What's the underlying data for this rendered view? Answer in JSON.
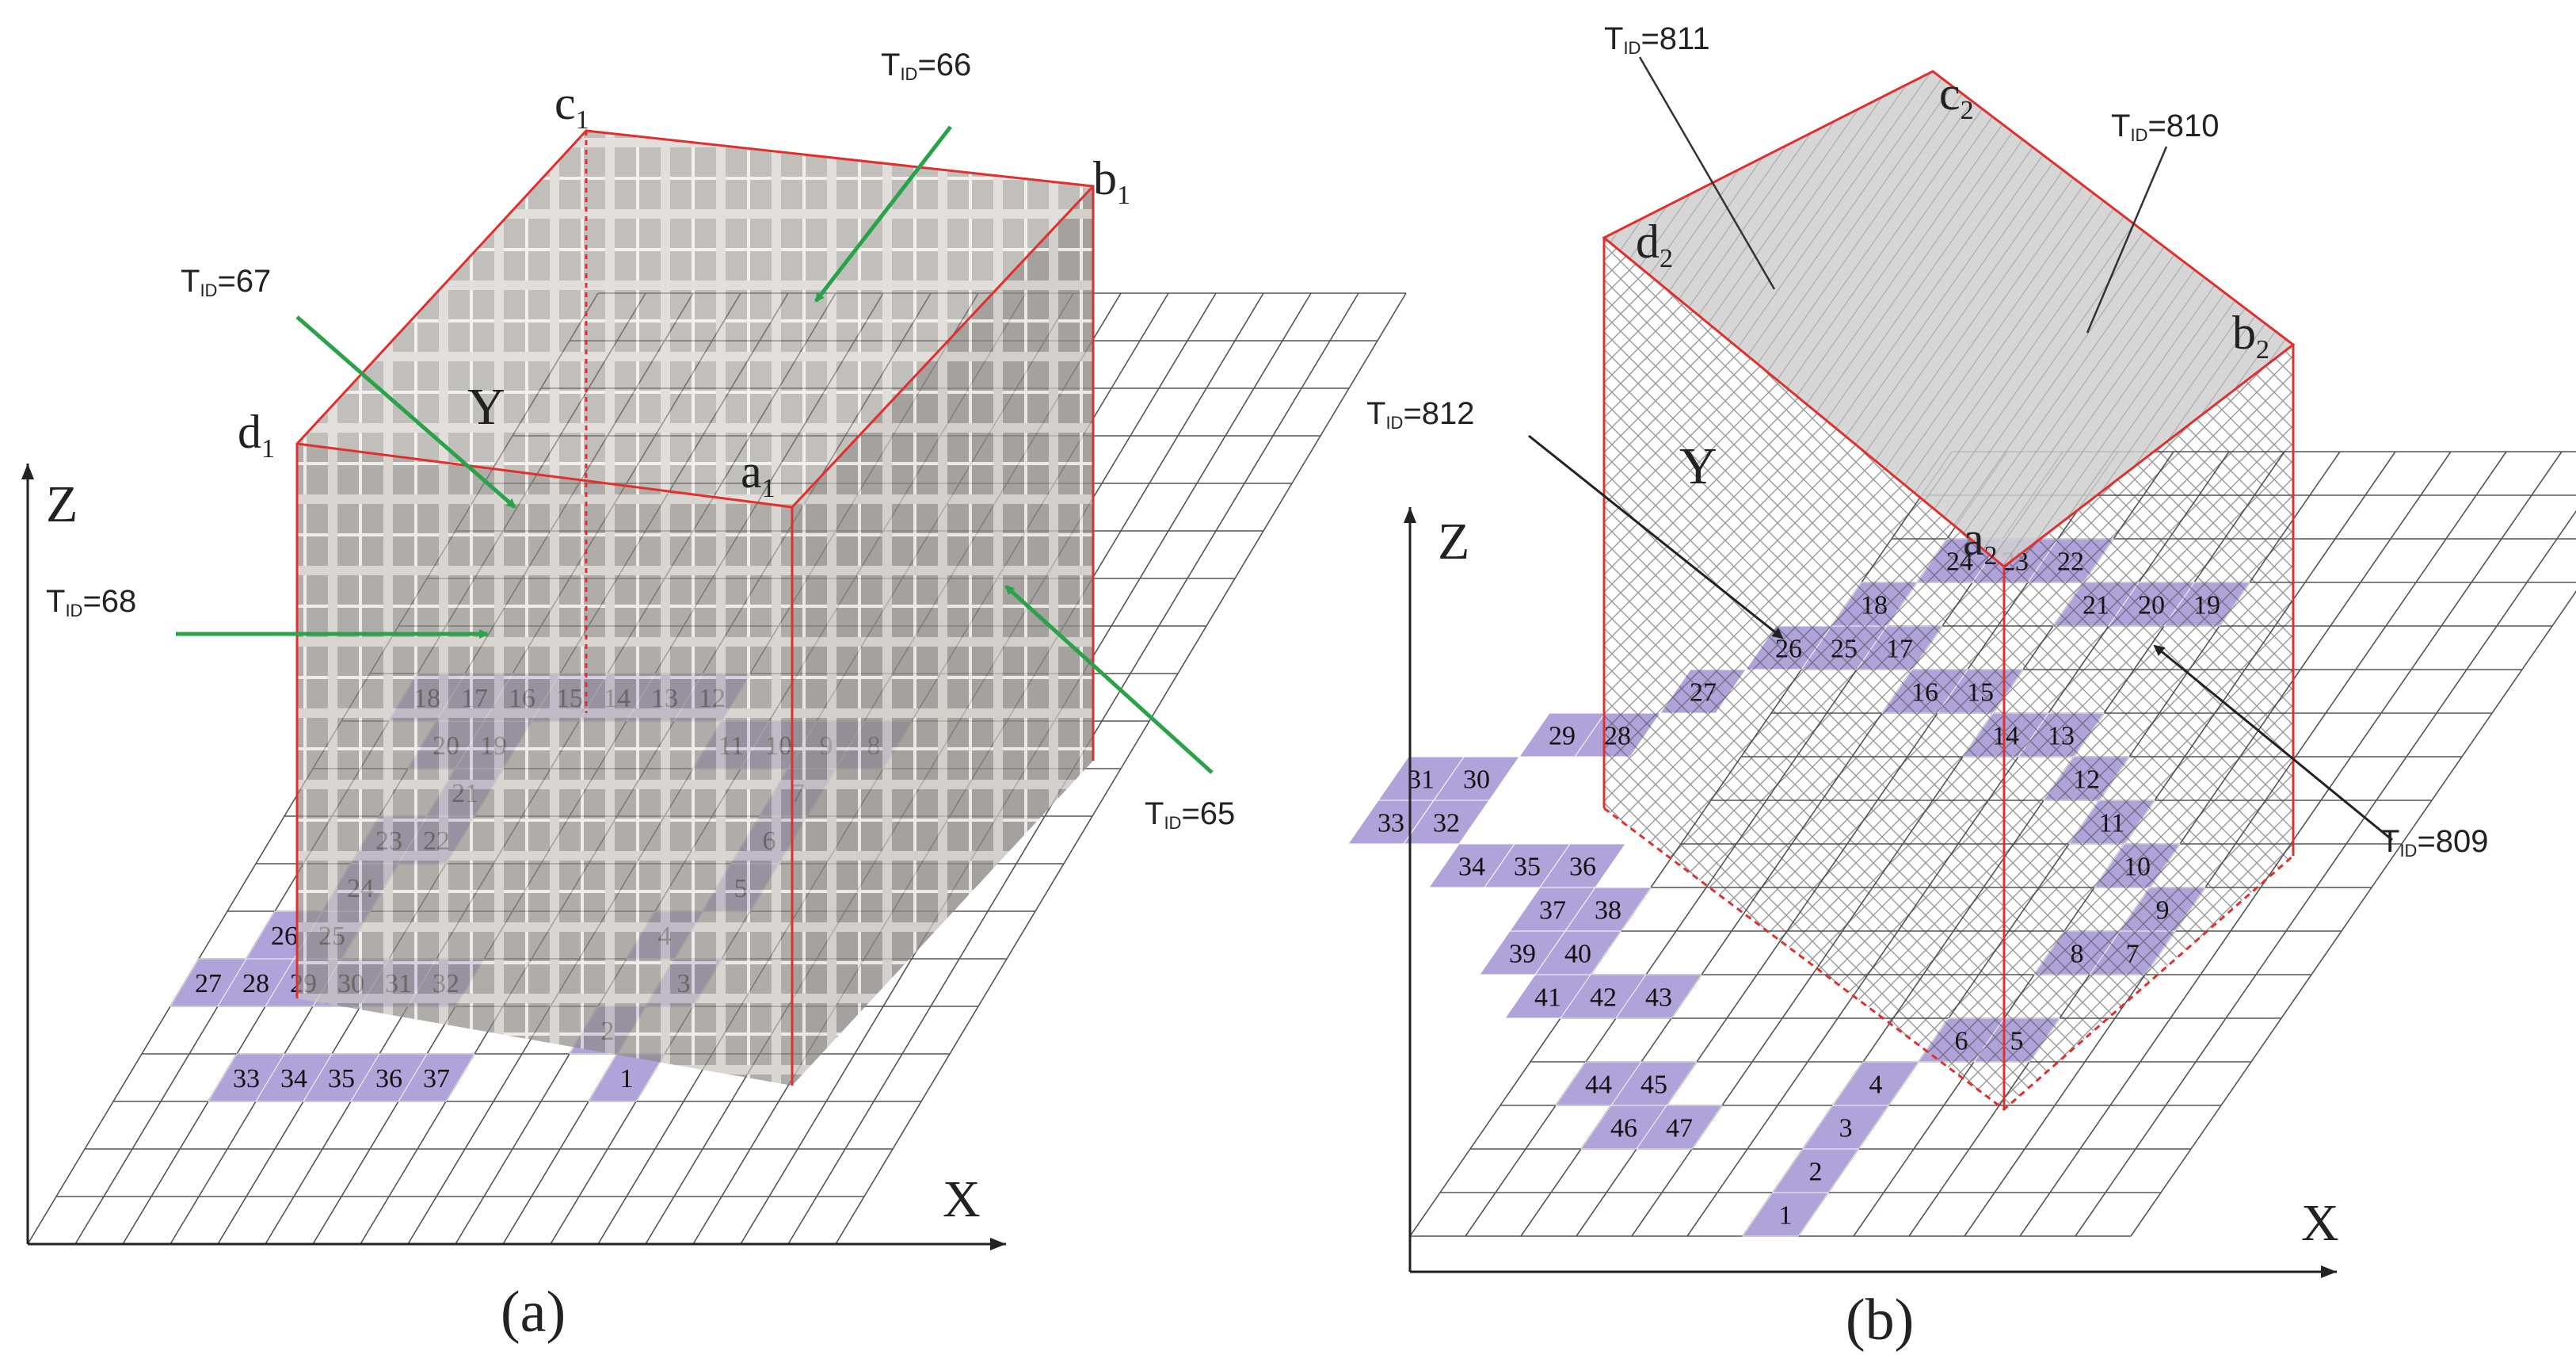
{
  "colors": {
    "grid": "#555555",
    "outline": "#e0302e",
    "highlight": "#a79ad6",
    "arrow_a": "#2aa24a",
    "arrow_b": "#333333",
    "photo_face": "#b9b4ae",
    "scan_face": "#cfcfcf"
  },
  "panel_a": {
    "caption": "(a)",
    "axes": {
      "x": "X",
      "y": "Y",
      "z": "Z"
    },
    "corners": [
      {
        "letter": "a",
        "sub": "1"
      },
      {
        "letter": "b",
        "sub": "1"
      },
      {
        "letter": "c",
        "sub": "1"
      },
      {
        "letter": "d",
        "sub": "1"
      }
    ],
    "tids": [
      {
        "prefix": "T",
        "sub": "ID",
        "value": "=66"
      },
      {
        "prefix": "T",
        "sub": "ID",
        "value": "=67"
      },
      {
        "prefix": "T",
        "sub": "ID",
        "value": "=68"
      },
      {
        "prefix": "T",
        "sub": "ID",
        "value": "=65"
      }
    ],
    "cells": [
      "1",
      "2",
      "3",
      "4",
      "5",
      "6",
      "7",
      "8",
      "9",
      "10",
      "11",
      "12",
      "13",
      "14",
      "15",
      "16",
      "17",
      "18",
      "19",
      "20",
      "21",
      "22",
      "23",
      "24",
      "25",
      "26",
      "27",
      "28",
      "29",
      "30",
      "31",
      "32",
      "33",
      "34",
      "35",
      "36",
      "37"
    ]
  },
  "panel_b": {
    "caption": "(b)",
    "axes": {
      "x": "X",
      "y": "Y",
      "z": "Z"
    },
    "corners": [
      {
        "letter": "a",
        "sub": "2"
      },
      {
        "letter": "b",
        "sub": "2"
      },
      {
        "letter": "c",
        "sub": "2"
      },
      {
        "letter": "d",
        "sub": "2"
      }
    ],
    "tids": [
      {
        "prefix": "T",
        "sub": "ID",
        "value": "=811"
      },
      {
        "prefix": "T",
        "sub": "ID",
        "value": "=810"
      },
      {
        "prefix": "T",
        "sub": "ID",
        "value": "=812"
      },
      {
        "prefix": "T",
        "sub": "ID",
        "value": "=809"
      }
    ],
    "cells": [
      "1",
      "2",
      "3",
      "4",
      "5",
      "6",
      "7",
      "8",
      "9",
      "10",
      "11",
      "12",
      "13",
      "14",
      "15",
      "16",
      "17",
      "18",
      "19",
      "20",
      "21",
      "22",
      "23",
      "24",
      "25",
      "26",
      "27",
      "28",
      "29",
      "30",
      "31",
      "32",
      "33",
      "34",
      "35",
      "36",
      "37",
      "38",
      "39",
      "40",
      "41",
      "42",
      "43",
      "44",
      "45",
      "46",
      "47"
    ]
  }
}
